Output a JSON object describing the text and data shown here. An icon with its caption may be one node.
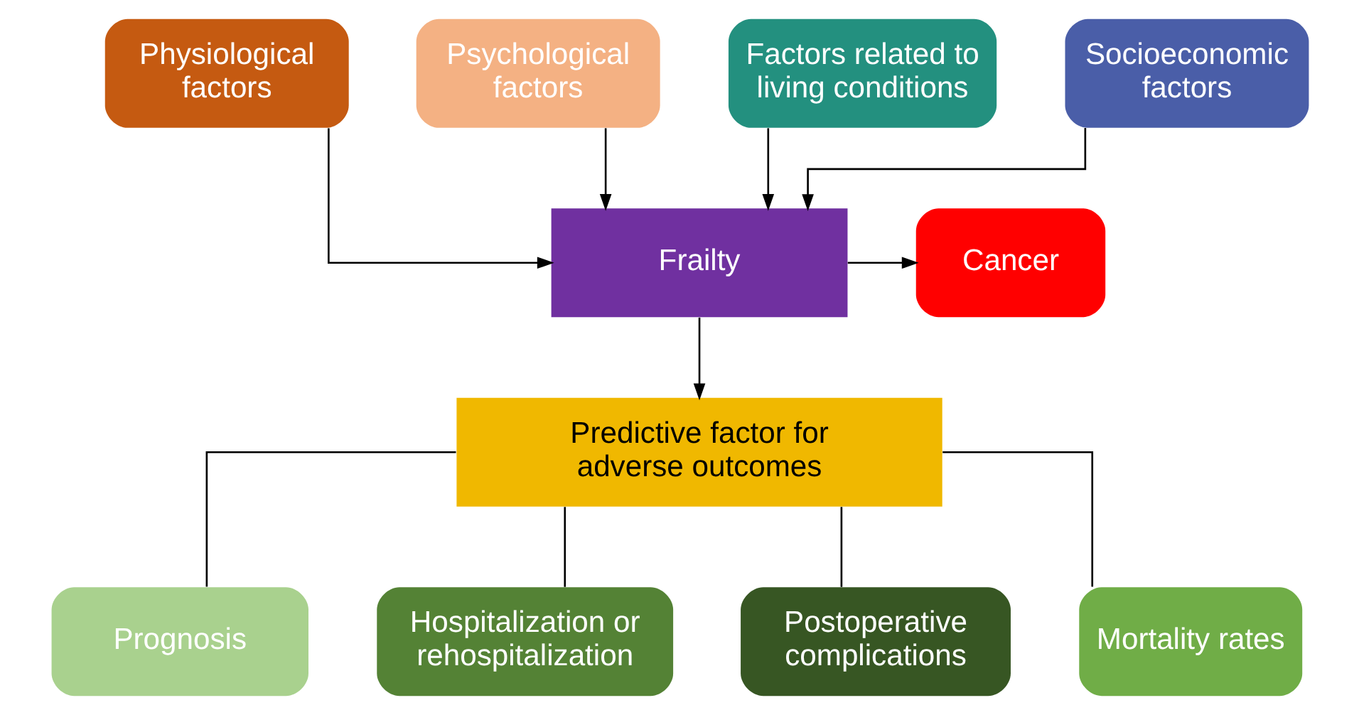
{
  "diagram": {
    "nodes": [
      {
        "text": [
          "Physiological factors"
        ]
      },
      {
        "text": [
          "Psychological factors"
        ]
      },
      {
        "text": [
          "Factors related to living conditions"
        ]
      },
      {
        "text": [
          "Socioeconomic factors"
        ]
      },
      {
        "text": [
          "Frailty"
        ]
      },
      {
        "text": [
          "Cancer"
        ]
      },
      {
        "text": [
          "Predictive factor for adverse outcomes"
        ]
      },
      {
        "text": [
          "Prognosis"
        ]
      },
      {
        "text": [
          "Hospitalization or rehospitalization"
        ]
      },
      {
        "text": [
          "Postoperative complications"
        ]
      },
      {
        "text": [
          "Mortality rates"
        ]
      }
    ],
    "edges": [
      {
        "from": 0,
        "to": 4,
        "arrow": "to"
      },
      {
        "from": 1,
        "to": 4,
        "arrow": "to"
      },
      {
        "from": 2,
        "to": 4,
        "arrow": "to"
      },
      {
        "from": 3,
        "to": 4,
        "arrow": "to"
      },
      {
        "from": 4,
        "to": 5,
        "arrow": "to"
      },
      {
        "from": 4,
        "to": 6,
        "arrow": "to"
      },
      {
        "from": 6,
        "to": 7,
        "arrow": "none"
      },
      {
        "from": 6,
        "to": 8,
        "arrow": "none"
      },
      {
        "from": 6,
        "to": 9,
        "arrow": "none"
      },
      {
        "from": 6,
        "to": 10,
        "arrow": "none"
      }
    ]
  }
}
